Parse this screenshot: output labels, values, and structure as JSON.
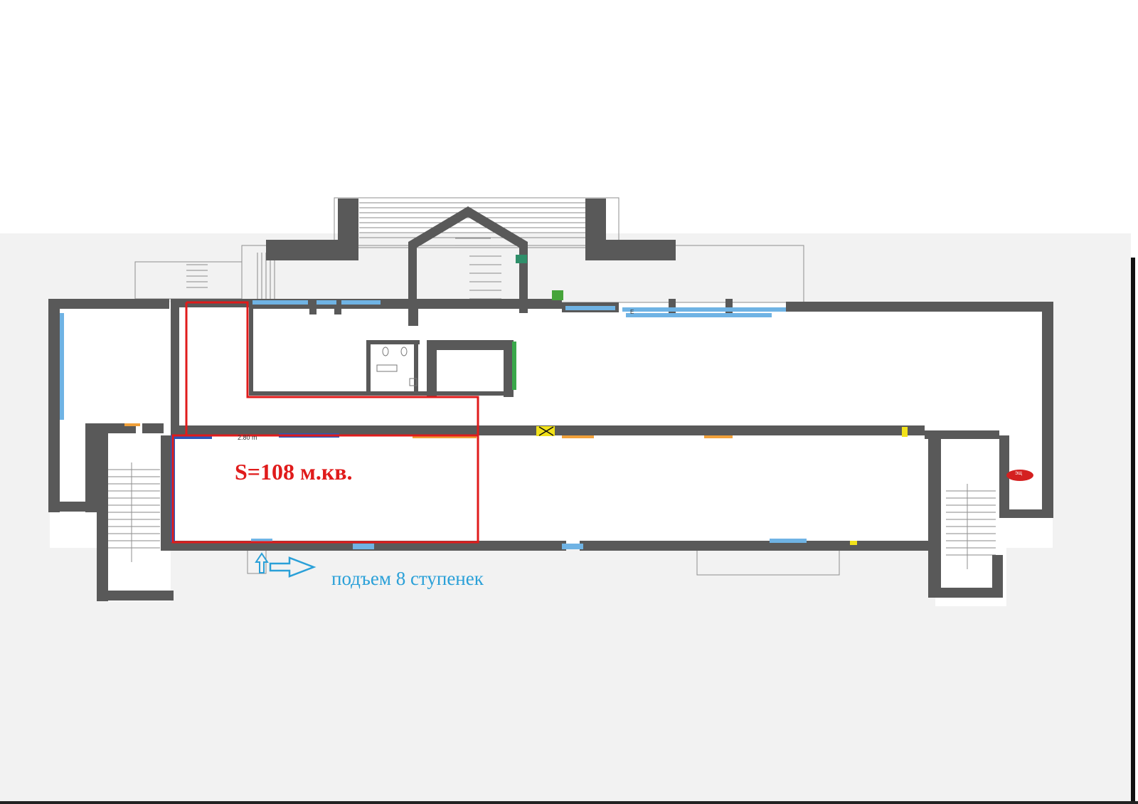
{
  "plan": {
    "area_label": "S=108 м.кв.",
    "entrance_note": "подъем 8 ступенек",
    "dimension_label": "2.80 m",
    "marker_e": "E",
    "fire_label": "ЭЩ"
  },
  "colors": {
    "wall": "#595959",
    "lease_outline": "#e01b1b",
    "entrance_note": "#2aa0d8",
    "window": "#6fb3e4",
    "accent_yellow": "#f2e21a",
    "fire_marker": "#d42020"
  },
  "icons": [
    "entrance-arrow-icon",
    "fire-panel-icon"
  ]
}
